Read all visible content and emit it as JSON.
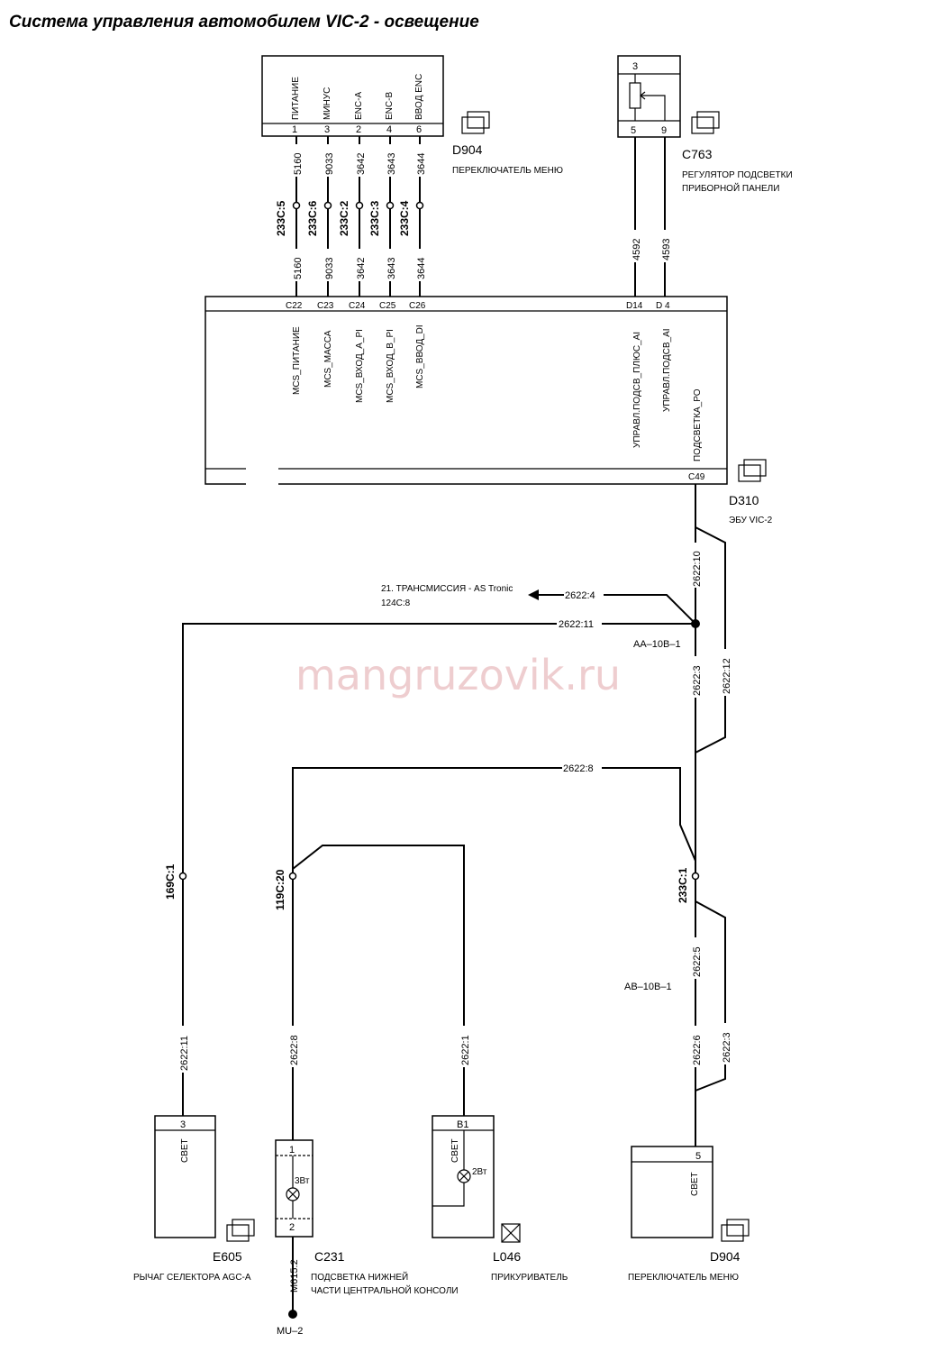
{
  "title": "Система управления автомобилем VIC-2 - освещение",
  "watermark": "mangruzovik.ru",
  "d904_top": {
    "id": "D904",
    "name": "ПЕРЕКЛЮЧАТЕЛЬ МЕНЮ",
    "pins": [
      {
        "num": "1",
        "label": "ПИТАНИЕ",
        "wire_top": "5160",
        "conn": "233С:5",
        "wire_bottom": "5160",
        "ecu_pin": "С22",
        "ecu_label": "MCS_ПИТАНИЕ"
      },
      {
        "num": "3",
        "label": "МИНУС",
        "wire_top": "9033",
        "conn": "233С:6",
        "wire_bottom": "9033",
        "ecu_pin": "С23",
        "ecu_label": "MCS_МАССА"
      },
      {
        "num": "2",
        "label": "ENC-A",
        "wire_top": "3642",
        "conn": "233С:2",
        "wire_bottom": "3642",
        "ecu_pin": "С24",
        "ecu_label": "MCS_ВХОД_А_PI"
      },
      {
        "num": "4",
        "label": "ENC-B",
        "wire_top": "3643",
        "conn": "233С:3",
        "wire_bottom": "3643",
        "ecu_pin": "С25",
        "ecu_label": "MCS_ВХОД_В_PI"
      },
      {
        "num": "6",
        "label": "ВВОД ENC",
        "wire_top": "3644",
        "conn": "233С:4",
        "wire_bottom": "3644",
        "ecu_pin": "С26",
        "ecu_label": "MCS_ВВОД_DI"
      }
    ]
  },
  "c763": {
    "id": "C763",
    "name_line1": "РЕГУЛЯТОР ПОДСВЕТКИ",
    "name_line2": "ПРИБОРНОЙ ПАНЕЛИ",
    "pin_top": "3",
    "pins": [
      {
        "num": "5",
        "wire": "4592",
        "ecu_pin": "D14",
        "ecu_label": "УПРАВЛ.ПОДСВ_ПЛЮС_AI"
      },
      {
        "num": "9",
        "wire": "4593",
        "ecu_pin": "D 4",
        "ecu_label": "УПРАВЛ.ПОДСВ_AI"
      }
    ]
  },
  "d310": {
    "id": "D310",
    "name": "ЭБУ VIC-2",
    "out_pin": "С49",
    "out_label": "ПОДСВЕТКА_РО"
  },
  "wires": {
    "w2622_10": "2622:10",
    "w2622_12": "2622:12",
    "w2622_4": "2622:4",
    "w2622_11": "2622:11",
    "w2622_3": "2622:3",
    "w2622_8": "2622:8",
    "w2622_5": "2622:5",
    "w2622_6": "2622:6",
    "w2622_3b": "2622:3",
    "w2622_11b": "2622:11",
    "w2622_8b": "2622:8",
    "w2622_1": "2622:1",
    "wM615": "M615:2"
  },
  "transmission_ref": {
    "line1": "21. ТРАНСМИССИЯ - AS Tronic",
    "line2": "124С:8"
  },
  "splices": {
    "aa": "АА–10В–1",
    "ab": "АВ–10В–1"
  },
  "connectors": {
    "c169": "169С:1",
    "c119": "119С:20",
    "c233": "233С:1"
  },
  "e605": {
    "id": "E605",
    "name": "РЫЧАГ СЕЛЕКТОРА AGC-A",
    "pin": "3",
    "label": "СВЕТ"
  },
  "c231": {
    "id": "C231",
    "name_line1": "ПОДСВЕТКА НИЖНЕЙ",
    "name_line2": "ЧАСТИ ЦЕНТРАЛЬНОЙ КОНСОЛИ",
    "pin_top": "1",
    "pin_bottom": "2",
    "power": "3Вт"
  },
  "l046": {
    "id": "L046",
    "name": "ПРИКУРИВАТЕЛЬ",
    "pin": "В1",
    "label": "СВЕТ",
    "power": "2Вт"
  },
  "d904_bottom": {
    "id": "D904",
    "name": "ПЕРЕКЛЮЧАТЕЛЬ МЕНЮ",
    "pin": "5",
    "label": "СВЕТ"
  },
  "ground": "MU–2"
}
